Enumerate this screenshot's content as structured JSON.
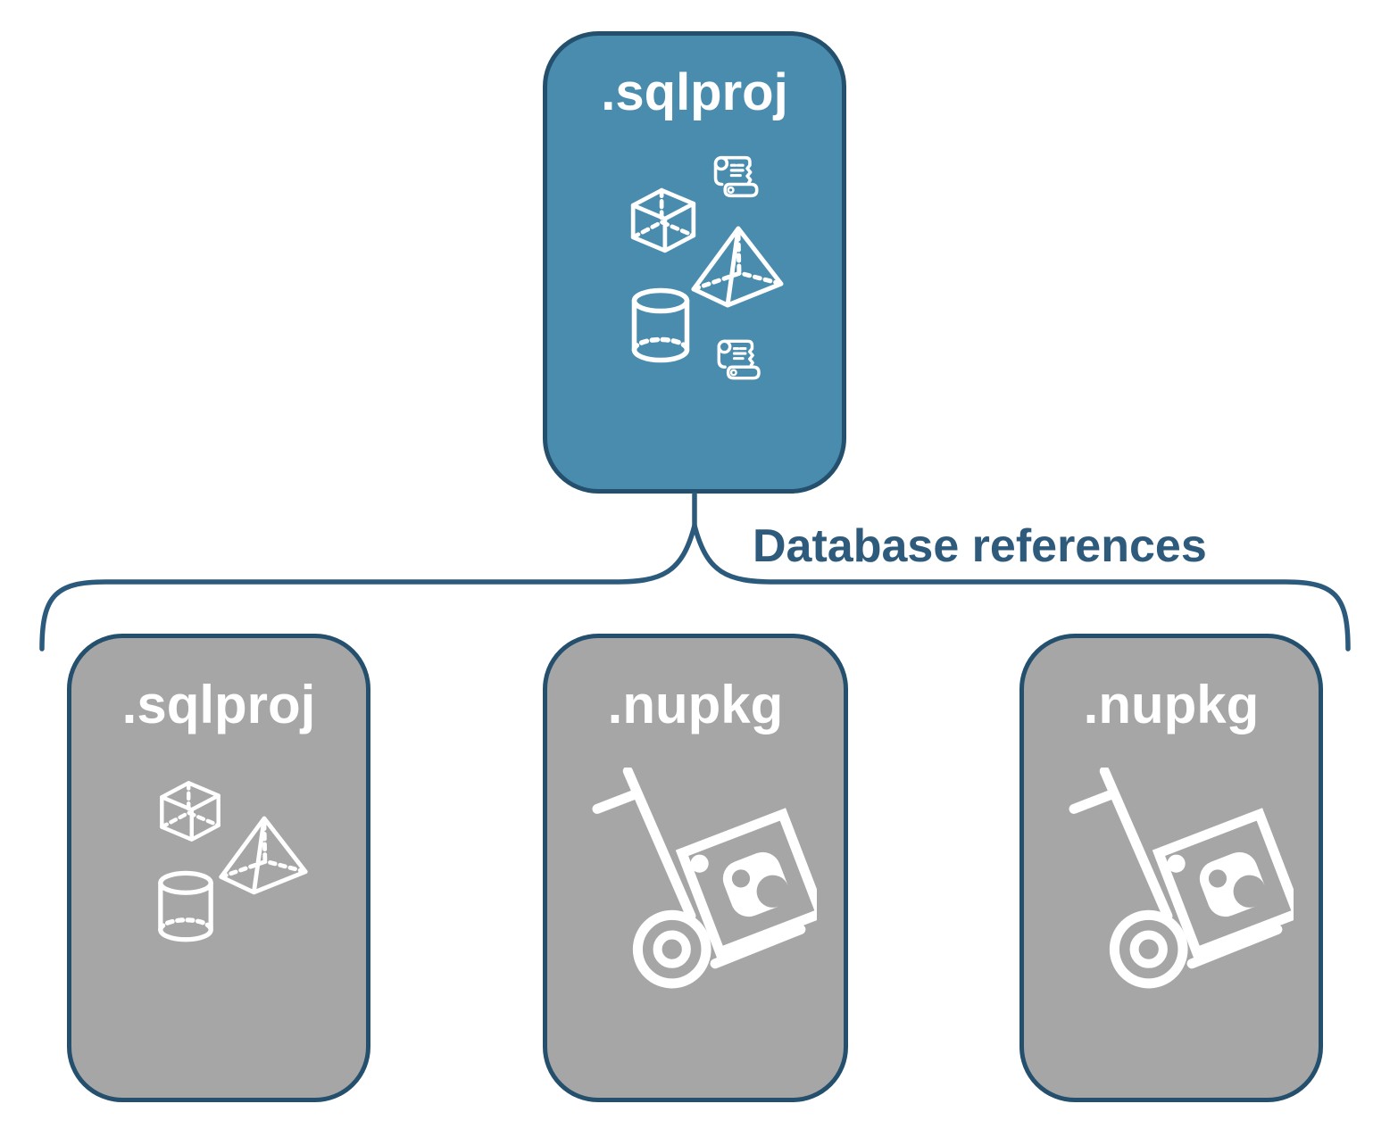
{
  "diagram": {
    "parent": {
      "label": ".sqlproj",
      "fill_color": "#4a8cad",
      "icons": [
        "cube-icon",
        "scroll-icon",
        "pyramid-icon",
        "cylinder-icon",
        "scroll-icon"
      ]
    },
    "connector": {
      "label": "Database references",
      "line_color": "#2b5a7d",
      "label_color": "#2e5a7c"
    },
    "children": [
      {
        "label": ".sqlproj",
        "fill_color": "#a6a6a6",
        "icons": [
          "cube-icon",
          "pyramid-icon",
          "cylinder-icon"
        ]
      },
      {
        "label": ".nupkg",
        "fill_color": "#a6a6a6",
        "icons": [
          "hand-truck-package-icon"
        ]
      },
      {
        "label": ".nupkg",
        "fill_color": "#a6a6a6",
        "icons": [
          "hand-truck-package-icon"
        ]
      }
    ],
    "colors": {
      "box_border": "#24506e",
      "icon_stroke": "#ffffff",
      "title_text": "#ffffff",
      "background": "#ffffff"
    }
  }
}
